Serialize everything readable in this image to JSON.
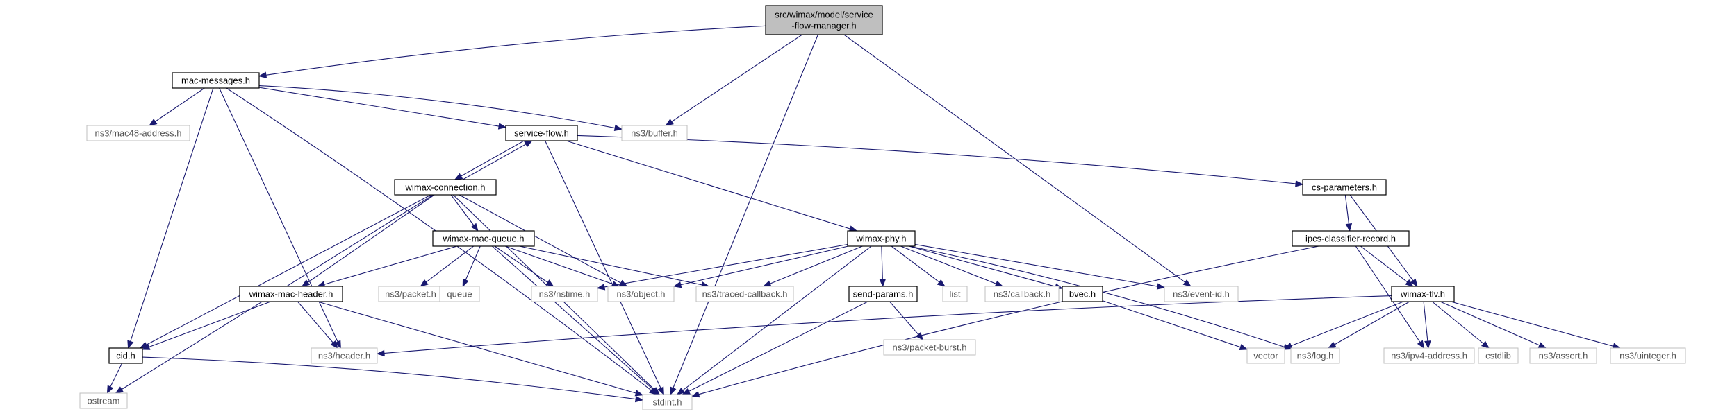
{
  "colors": {
    "edge": "#191970",
    "root_fill": "#bfbfbf",
    "external_border": "#bfbfbf",
    "node_border": "#000000"
  },
  "nodes": [
    {
      "id": "root",
      "lines": [
        "src/wimax/model/service",
        "-flow-manager.h"
      ],
      "kind": "root"
    },
    {
      "id": "mac-messages",
      "lines": [
        "mac-messages.h"
      ],
      "kind": "file"
    },
    {
      "id": "mac48",
      "lines": [
        "ns3/mac48-address.h"
      ],
      "kind": "external"
    },
    {
      "id": "service-flow",
      "lines": [
        "service-flow.h"
      ],
      "kind": "file"
    },
    {
      "id": "buffer",
      "lines": [
        "ns3/buffer.h"
      ],
      "kind": "external"
    },
    {
      "id": "wimax-connection",
      "lines": [
        "wimax-connection.h"
      ],
      "kind": "file"
    },
    {
      "id": "cs-parameters",
      "lines": [
        "cs-parameters.h"
      ],
      "kind": "file"
    },
    {
      "id": "wimax-mac-queue",
      "lines": [
        "wimax-mac-queue.h"
      ],
      "kind": "file"
    },
    {
      "id": "wimax-phy",
      "lines": [
        "wimax-phy.h"
      ],
      "kind": "file"
    },
    {
      "id": "ipcs",
      "lines": [
        "ipcs-classifier-record.h"
      ],
      "kind": "file"
    },
    {
      "id": "wimax-mac-header",
      "lines": [
        "wimax-mac-header.h"
      ],
      "kind": "file"
    },
    {
      "id": "packet",
      "lines": [
        "ns3/packet.h"
      ],
      "kind": "external"
    },
    {
      "id": "queue",
      "lines": [
        "queue"
      ],
      "kind": "external"
    },
    {
      "id": "nstime",
      "lines": [
        "ns3/nstime.h"
      ],
      "kind": "external"
    },
    {
      "id": "object",
      "lines": [
        "ns3/object.h"
      ],
      "kind": "external"
    },
    {
      "id": "traced-callback",
      "lines": [
        "ns3/traced-callback.h"
      ],
      "kind": "external"
    },
    {
      "id": "send-params",
      "lines": [
        "send-params.h"
      ],
      "kind": "file"
    },
    {
      "id": "list",
      "lines": [
        "list"
      ],
      "kind": "external"
    },
    {
      "id": "callback",
      "lines": [
        "ns3/callback.h"
      ],
      "kind": "external"
    },
    {
      "id": "bvec",
      "lines": [
        "bvec.h"
      ],
      "kind": "file"
    },
    {
      "id": "event-id",
      "lines": [
        "ns3/event-id.h"
      ],
      "kind": "external"
    },
    {
      "id": "wimax-tlv",
      "lines": [
        "wimax-tlv.h"
      ],
      "kind": "file"
    },
    {
      "id": "cid",
      "lines": [
        "cid.h"
      ],
      "kind": "file"
    },
    {
      "id": "header",
      "lines": [
        "ns3/header.h"
      ],
      "kind": "external"
    },
    {
      "id": "packet-burst",
      "lines": [
        "ns3/packet-burst.h"
      ],
      "kind": "external"
    },
    {
      "id": "vector",
      "lines": [
        "vector"
      ],
      "kind": "external"
    },
    {
      "id": "log",
      "lines": [
        "ns3/log.h"
      ],
      "kind": "external"
    },
    {
      "id": "ipv4",
      "lines": [
        "ns3/ipv4-address.h"
      ],
      "kind": "external"
    },
    {
      "id": "cstdlib",
      "lines": [
        "cstdlib"
      ],
      "kind": "external"
    },
    {
      "id": "assert",
      "lines": [
        "ns3/assert.h"
      ],
      "kind": "external"
    },
    {
      "id": "uinteger",
      "lines": [
        "ns3/uinteger.h"
      ],
      "kind": "external"
    },
    {
      "id": "ostream",
      "lines": [
        "ostream"
      ],
      "kind": "external"
    },
    {
      "id": "stdint",
      "lines": [
        "stdint.h"
      ],
      "kind": "external"
    }
  ],
  "edges": [
    [
      "root",
      "mac-messages"
    ],
    [
      "root",
      "buffer"
    ],
    [
      "root",
      "event-id"
    ],
    [
      "root",
      "stdint"
    ],
    [
      "mac-messages",
      "mac48"
    ],
    [
      "mac-messages",
      "service-flow"
    ],
    [
      "mac-messages",
      "buffer"
    ],
    [
      "mac-messages",
      "cid"
    ],
    [
      "mac-messages",
      "header"
    ],
    [
      "mac-messages",
      "stdint"
    ],
    [
      "service-flow",
      "wimax-connection"
    ],
    [
      "service-flow",
      "cs-parameters"
    ],
    [
      "service-flow",
      "wimax-phy"
    ],
    [
      "service-flow",
      "stdint"
    ],
    [
      "wimax-connection",
      "service-flow"
    ],
    [
      "wimax-connection",
      "wimax-mac-queue"
    ],
    [
      "wimax-connection",
      "wimax-mac-header"
    ],
    [
      "wimax-connection",
      "object"
    ],
    [
      "wimax-connection",
      "cid"
    ],
    [
      "wimax-connection",
      "ostream"
    ],
    [
      "wimax-connection",
      "stdint"
    ],
    [
      "cs-parameters",
      "ipcs"
    ],
    [
      "cs-parameters",
      "wimax-tlv"
    ],
    [
      "ipcs",
      "wimax-tlv"
    ],
    [
      "ipcs",
      "ipv4"
    ],
    [
      "ipcs",
      "stdint"
    ],
    [
      "wimax-mac-queue",
      "wimax-mac-header"
    ],
    [
      "wimax-mac-queue",
      "packet"
    ],
    [
      "wimax-mac-queue",
      "queue"
    ],
    [
      "wimax-mac-queue",
      "nstime"
    ],
    [
      "wimax-mac-queue",
      "object"
    ],
    [
      "wimax-mac-queue",
      "traced-callback"
    ],
    [
      "wimax-mac-queue",
      "stdint"
    ],
    [
      "wimax-phy",
      "nstime"
    ],
    [
      "wimax-phy",
      "object"
    ],
    [
      "wimax-phy",
      "traced-callback"
    ],
    [
      "wimax-phy",
      "send-params"
    ],
    [
      "wimax-phy",
      "list"
    ],
    [
      "wimax-phy",
      "callback"
    ],
    [
      "wimax-phy",
      "bvec"
    ],
    [
      "wimax-phy",
      "event-id"
    ],
    [
      "wimax-phy",
      "log"
    ],
    [
      "wimax-phy",
      "stdint"
    ],
    [
      "wimax-mac-header",
      "header"
    ],
    [
      "wimax-mac-header",
      "cid"
    ],
    [
      "wimax-mac-header",
      "stdint"
    ],
    [
      "send-params",
      "packet-burst"
    ],
    [
      "send-params",
      "stdint"
    ],
    [
      "bvec",
      "vector"
    ],
    [
      "wimax-tlv",
      "header"
    ],
    [
      "wimax-tlv",
      "vector"
    ],
    [
      "wimax-tlv",
      "log"
    ],
    [
      "wimax-tlv",
      "ipv4"
    ],
    [
      "wimax-tlv",
      "cstdlib"
    ],
    [
      "wimax-tlv",
      "assert"
    ],
    [
      "wimax-tlv",
      "uinteger"
    ],
    [
      "cid",
      "ostream"
    ],
    [
      "cid",
      "stdint"
    ]
  ]
}
